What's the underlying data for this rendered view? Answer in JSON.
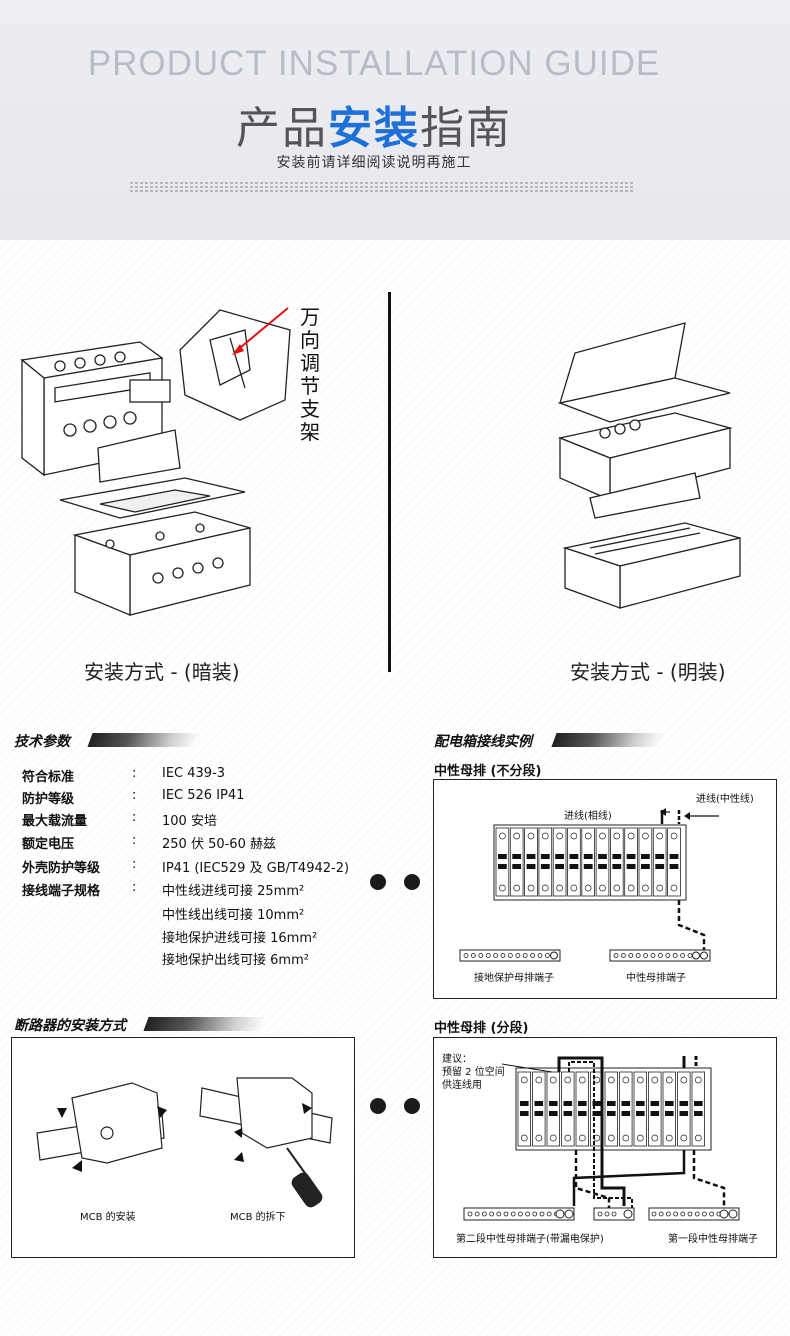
{
  "header": {
    "title_en": "PRODUCT INSTALLATION GUIDE",
    "title_zh_pre": "产品",
    "title_zh_bold": "安装",
    "title_zh_post": "指南",
    "subtitle": "安装前请详细阅读说明再施工"
  },
  "install": {
    "bracket_label": [
      "万",
      "向",
      "调",
      "节",
      "支",
      "架"
    ],
    "flush_caption": "安装方式 - (暗装)",
    "surface_caption": "安装方式 - (明装)"
  },
  "tech": {
    "title": "技术参数",
    "rows": [
      {
        "k": "符合标准",
        "c": ":",
        "v": "IEC 439-3"
      },
      {
        "k": "防护等级",
        "c": ":",
        "v": "IEC 526 IP41"
      },
      {
        "k": "最大载流量",
        "c": ":",
        "v": "100 安培"
      },
      {
        "k": "额定电压",
        "c": ":",
        "v": "250 伏 50-60 赫兹"
      },
      {
        "k": "外壳防护等级",
        "c": ":",
        "v": "IP41 (IEC529 及 GB/T4942-2)"
      },
      {
        "k": "接线端子规格",
        "c": ":",
        "v": "中性线进线可接 25mm²"
      },
      {
        "k": "",
        "c": "",
        "v": "中性线出线可接 10mm²"
      },
      {
        "k": "",
        "c": "",
        "v": "接地保护进线可接 16mm²"
      },
      {
        "k": "",
        "c": "",
        "v": "接地保护出线可接 6mm²"
      }
    ]
  },
  "wiring": {
    "title": "配电箱接线实例",
    "sub1": "中性母排 (不分段)",
    "in_phase": "进线(相线)",
    "in_neutral": "进线(中性线)",
    "earth_terminal": "接地保护母排端子",
    "neutral_terminal": "中性母排端子",
    "sub2": "中性母排 (分段)",
    "advice_1": "建议：",
    "advice_2": "预留 2 位空间",
    "advice_3": "供连线用",
    "second_terminal": "第二段中性母排端子(带漏电保护)",
    "first_terminal": "第一段中性母排端子"
  },
  "mcb": {
    "title": "断路器的安装方式",
    "install_label": "MCB 的安装",
    "remove_label": "MCB 的拆下"
  },
  "colors": {
    "accent": "#1f6fd8",
    "header_bg": "#e8eaf0"
  }
}
